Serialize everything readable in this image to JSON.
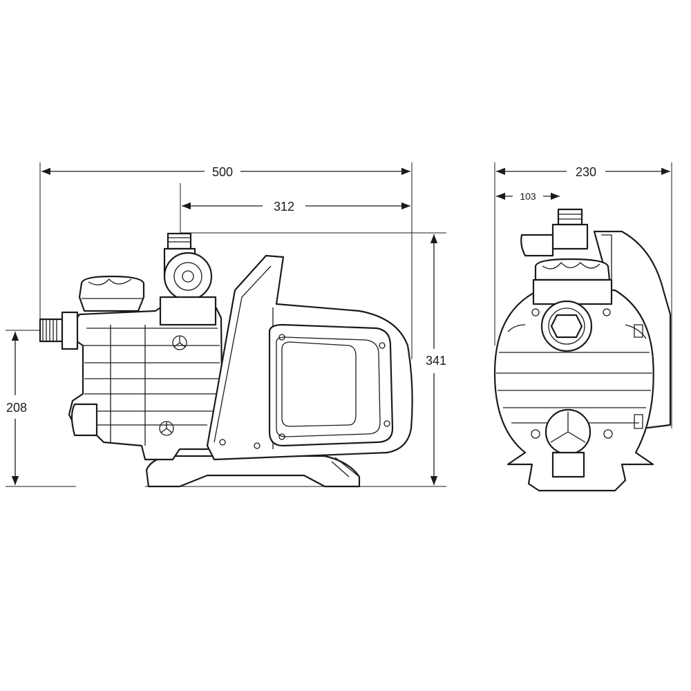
{
  "drawing": {
    "side_view": {
      "overall_length": "500",
      "outlet_to_rear": "312",
      "overall_height": "341",
      "inlet_height": "208"
    },
    "front_view": {
      "overall_width": "230",
      "outlet_offset": "103"
    }
  }
}
